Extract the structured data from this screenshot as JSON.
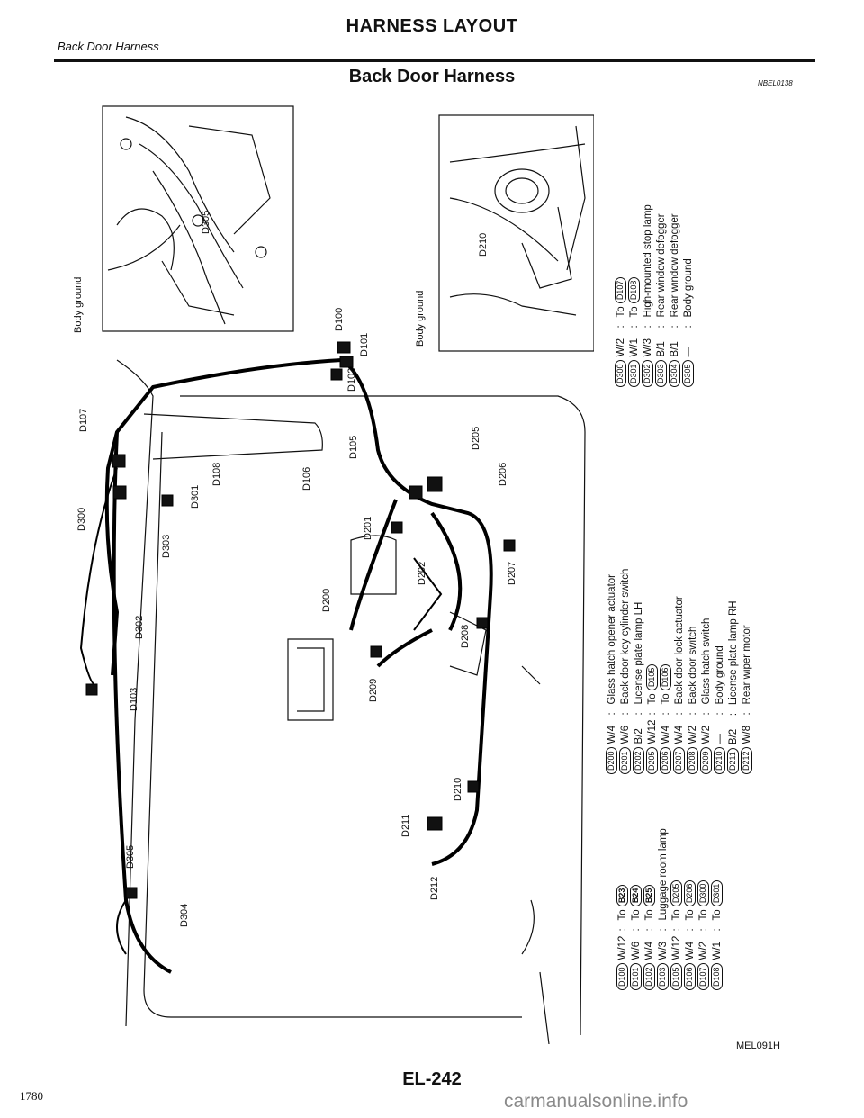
{
  "header": {
    "section_label": "Back Door Harness",
    "page_title": "HARNESS LAYOUT",
    "subtitle": "Back Door Harness",
    "ref_code": "NBEL0138"
  },
  "diagram": {
    "detail_left_label": "Body ground",
    "detail_left_connector": "D305",
    "detail_right_label": "Body ground",
    "detail_right_connector": "D210",
    "callouts": [
      "D100",
      "D101",
      "D102",
      "D107",
      "D300",
      "D301",
      "D303",
      "D108",
      "D106",
      "D105",
      "D205",
      "D206",
      "D201",
      "D202",
      "D200",
      "D207",
      "D208",
      "D209",
      "D302",
      "D103",
      "D210",
      "D211",
      "D212",
      "D305",
      "D304"
    ]
  },
  "legend_a": [
    {
      "conn": "D100",
      "wire": "W/12",
      "desc": "To",
      "ref": "B23"
    },
    {
      "conn": "D101",
      "wire": "W/6",
      "desc": "To",
      "ref": "B24"
    },
    {
      "conn": "D102",
      "wire": "W/4",
      "desc": "To",
      "ref": "B25"
    },
    {
      "conn": "D103",
      "wire": "W/3",
      "desc": "Luggage room lamp",
      "ref": ""
    },
    {
      "conn": "D105",
      "wire": "W/12",
      "desc": "To",
      "ref": "D205"
    },
    {
      "conn": "D106",
      "wire": "W/4",
      "desc": "To",
      "ref": "D206"
    },
    {
      "conn": "D107",
      "wire": "W/2",
      "desc": "To",
      "ref": "D300"
    },
    {
      "conn": "D108",
      "wire": "W/1",
      "desc": "To",
      "ref": "D301"
    }
  ],
  "legend_b": [
    {
      "conn": "D200",
      "wire": "W/4",
      "desc": "Glass hatch opener actuator",
      "ref": ""
    },
    {
      "conn": "D201",
      "wire": "W/6",
      "desc": "Back door key cylinder switch",
      "ref": ""
    },
    {
      "conn": "D202",
      "wire": "B/2",
      "desc": "License plate lamp LH",
      "ref": ""
    },
    {
      "conn": "D205",
      "wire": "W/12",
      "desc": "To",
      "ref": "D105"
    },
    {
      "conn": "D206",
      "wire": "W/4",
      "desc": "To",
      "ref": "D106"
    },
    {
      "conn": "D207",
      "wire": "W/4",
      "desc": "Back door lock actuator",
      "ref": ""
    },
    {
      "conn": "D208",
      "wire": "W/2",
      "desc": "Back door switch",
      "ref": ""
    },
    {
      "conn": "D209",
      "wire": "W/2",
      "desc": "Glass hatch switch",
      "ref": ""
    },
    {
      "conn": "D210",
      "wire": "—",
      "desc": "Body ground",
      "ref": ""
    },
    {
      "conn": "D211",
      "wire": "B/2",
      "desc": "License plate lamp RH",
      "ref": ""
    },
    {
      "conn": "D212",
      "wire": "W/8",
      "desc": "Rear wiper motor",
      "ref": ""
    }
  ],
  "legend_c": [
    {
      "conn": "D300",
      "wire": "W/2",
      "desc": "To",
      "ref": "D107"
    },
    {
      "conn": "D301",
      "wire": "W/1",
      "desc": "To",
      "ref": "D108"
    },
    {
      "conn": "D302",
      "wire": "W/3",
      "desc": "High-mounted stop lamp",
      "ref": ""
    },
    {
      "conn": "D303",
      "wire": "B/1",
      "desc": "Rear window defogger",
      "ref": ""
    },
    {
      "conn": "D304",
      "wire": "B/1",
      "desc": "Rear window defogger",
      "ref": ""
    },
    {
      "conn": "D305",
      "wire": "—",
      "desc": "Body ground",
      "ref": ""
    }
  ],
  "footer": {
    "figure_code": "MEL091H",
    "page_number": "EL-242",
    "side_number": "1780",
    "watermark": "carmanualsonline.info"
  }
}
